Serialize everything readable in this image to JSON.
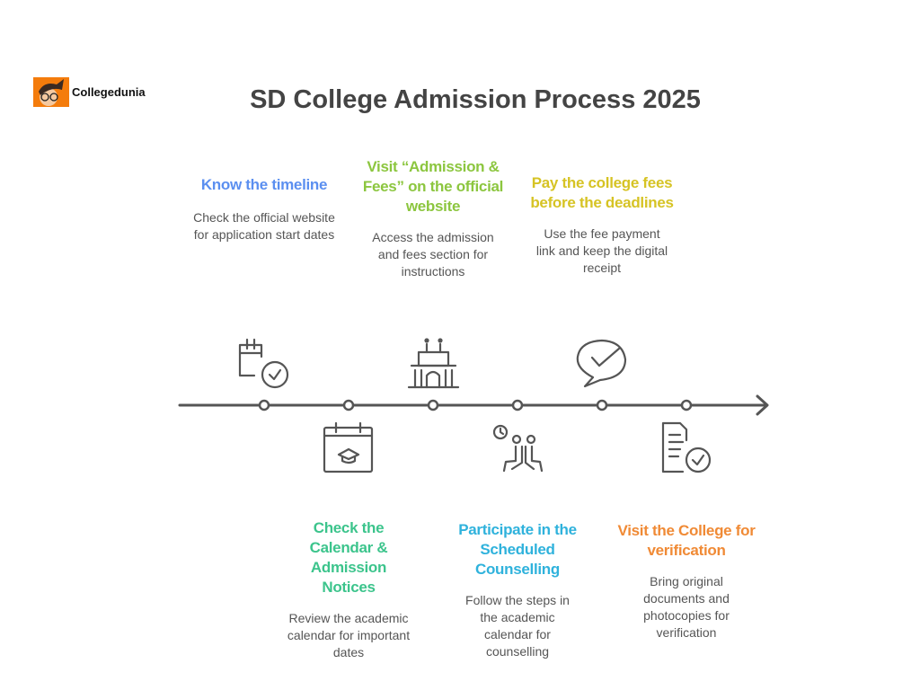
{
  "brand": {
    "name": "Collegedunia"
  },
  "title": "SD College Admission Process 2025",
  "colors": {
    "blue": "#5b8ff0",
    "lime": "#8cc63f",
    "yellow": "#d6c324",
    "green": "#3cc48c",
    "cyan": "#2fb2dc",
    "orange": "#f08a35",
    "line": "#555555"
  },
  "steps": [
    {
      "title": "Know the timeline",
      "desc": "Check the official website for application start dates",
      "icon": "calendar-check-icon"
    },
    {
      "title": "Check the Calendar & Admission Notices",
      "desc": "Review the academic calendar for important dates",
      "icon": "calendar-graduation-icon"
    },
    {
      "title": "Visit “Admission & Fees” on the official website",
      "desc": "Access the admission and fees section for instructions",
      "icon": "college-building-icon"
    },
    {
      "title": "Participate in the Scheduled Counselling",
      "desc": "Follow the steps in the academic calendar for counselling",
      "icon": "counselling-icon"
    },
    {
      "title": "Pay the college fees before the deadlines",
      "desc": "Use the fee payment link and keep the digital receipt",
      "icon": "payment-check-icon"
    },
    {
      "title": "Visit the College for verification",
      "desc": "Bring original documents and photocopies for verification",
      "icon": "document-check-icon"
    }
  ]
}
